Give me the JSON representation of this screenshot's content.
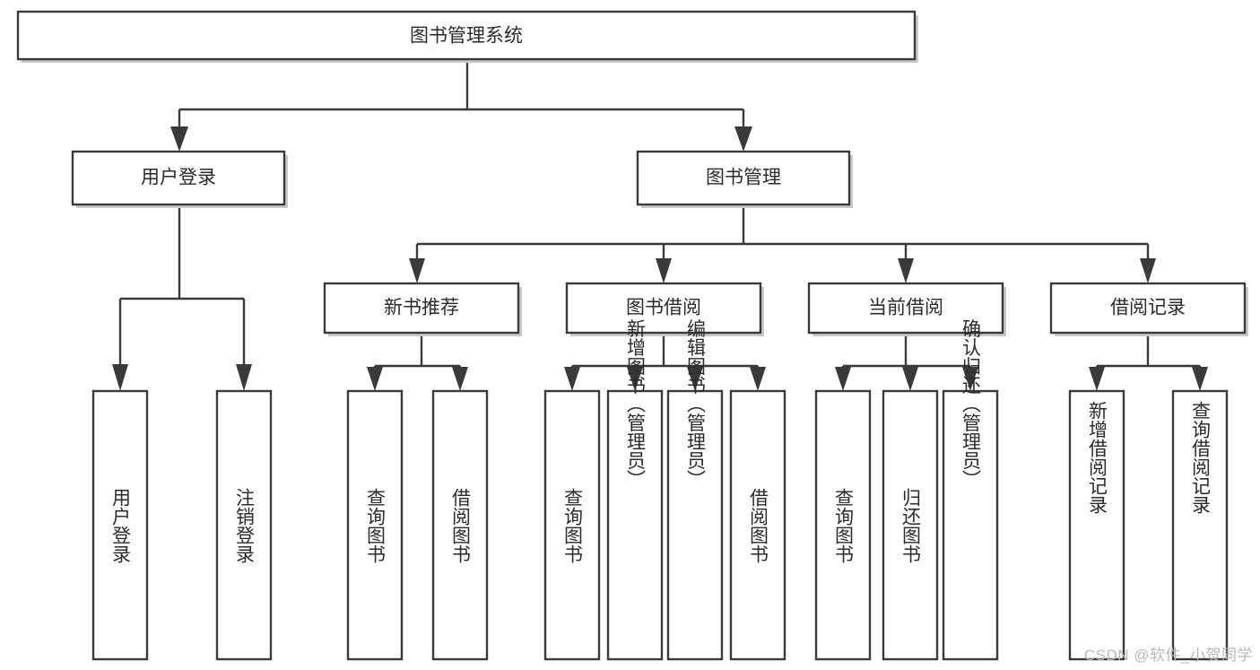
{
  "diagram": {
    "title": "图书管理系统",
    "type": "tree",
    "orientation": "top-down",
    "root": {
      "id": "root",
      "label": "图书管理系统",
      "orient": "horizontal"
    },
    "level2": [
      {
        "id": "user-login",
        "label": "用户登录",
        "orient": "horizontal"
      },
      {
        "id": "book-manage",
        "label": "图书管理",
        "orient": "horizontal"
      }
    ],
    "level3": [
      {
        "id": "new-book-rec",
        "label": "新书推荐",
        "orient": "horizontal",
        "parent": "book-manage"
      },
      {
        "id": "book-borrow",
        "label": "图书借阅",
        "orient": "horizontal",
        "parent": "book-manage"
      },
      {
        "id": "current-borrow",
        "label": "当前借阅",
        "orient": "horizontal",
        "parent": "book-manage"
      },
      {
        "id": "borrow-record",
        "label": "借阅记录",
        "orient": "horizontal",
        "parent": "book-manage"
      }
    ],
    "leaves": [
      {
        "id": "leaf-user-login",
        "label": "用户登录",
        "orient": "vertical",
        "parent": "user-login"
      },
      {
        "id": "leaf-user-logout",
        "label": "注销登录",
        "orient": "vertical",
        "parent": "user-login"
      },
      {
        "id": "leaf-query-book-1",
        "label": "查询图书",
        "orient": "vertical",
        "parent": "new-book-rec"
      },
      {
        "id": "leaf-borrow-book-1",
        "label": "借阅图书",
        "orient": "vertical",
        "parent": "new-book-rec"
      },
      {
        "id": "leaf-query-book-2",
        "label": "查询图书",
        "orient": "vertical",
        "parent": "book-borrow"
      },
      {
        "id": "leaf-add-book",
        "label": "新增图书（管理员）",
        "orient": "vertical",
        "parent": "book-borrow"
      },
      {
        "id": "leaf-edit-book",
        "label": "编辑图书（管理员）",
        "orient": "vertical",
        "parent": "book-borrow"
      },
      {
        "id": "leaf-borrow-book-2",
        "label": "借阅图书",
        "orient": "vertical",
        "parent": "book-borrow"
      },
      {
        "id": "leaf-query-book-3",
        "label": "查询图书",
        "orient": "vertical",
        "parent": "current-borrow"
      },
      {
        "id": "leaf-return-book",
        "label": "归还图书",
        "orient": "vertical",
        "parent": "current-borrow"
      },
      {
        "id": "leaf-confirm-return",
        "label": "确认归还（管理员）",
        "orient": "vertical",
        "parent": "current-borrow"
      },
      {
        "id": "leaf-add-record",
        "label": "新增借阅记录",
        "orient": "vertical",
        "parent": "borrow-record"
      },
      {
        "id": "leaf-query-record",
        "label": "查询借阅记录",
        "orient": "vertical",
        "parent": "borrow-record"
      }
    ],
    "colors": {
      "box_stroke": "#3a3a3a",
      "box_fill": "#ffffff",
      "text": "#2b2b2b",
      "shadow": "#c9c9c9",
      "background": "#ffffff",
      "watermark": "#b9b9b9"
    }
  },
  "watermark": {
    "text": "CSDN @软件_小贺同学"
  }
}
